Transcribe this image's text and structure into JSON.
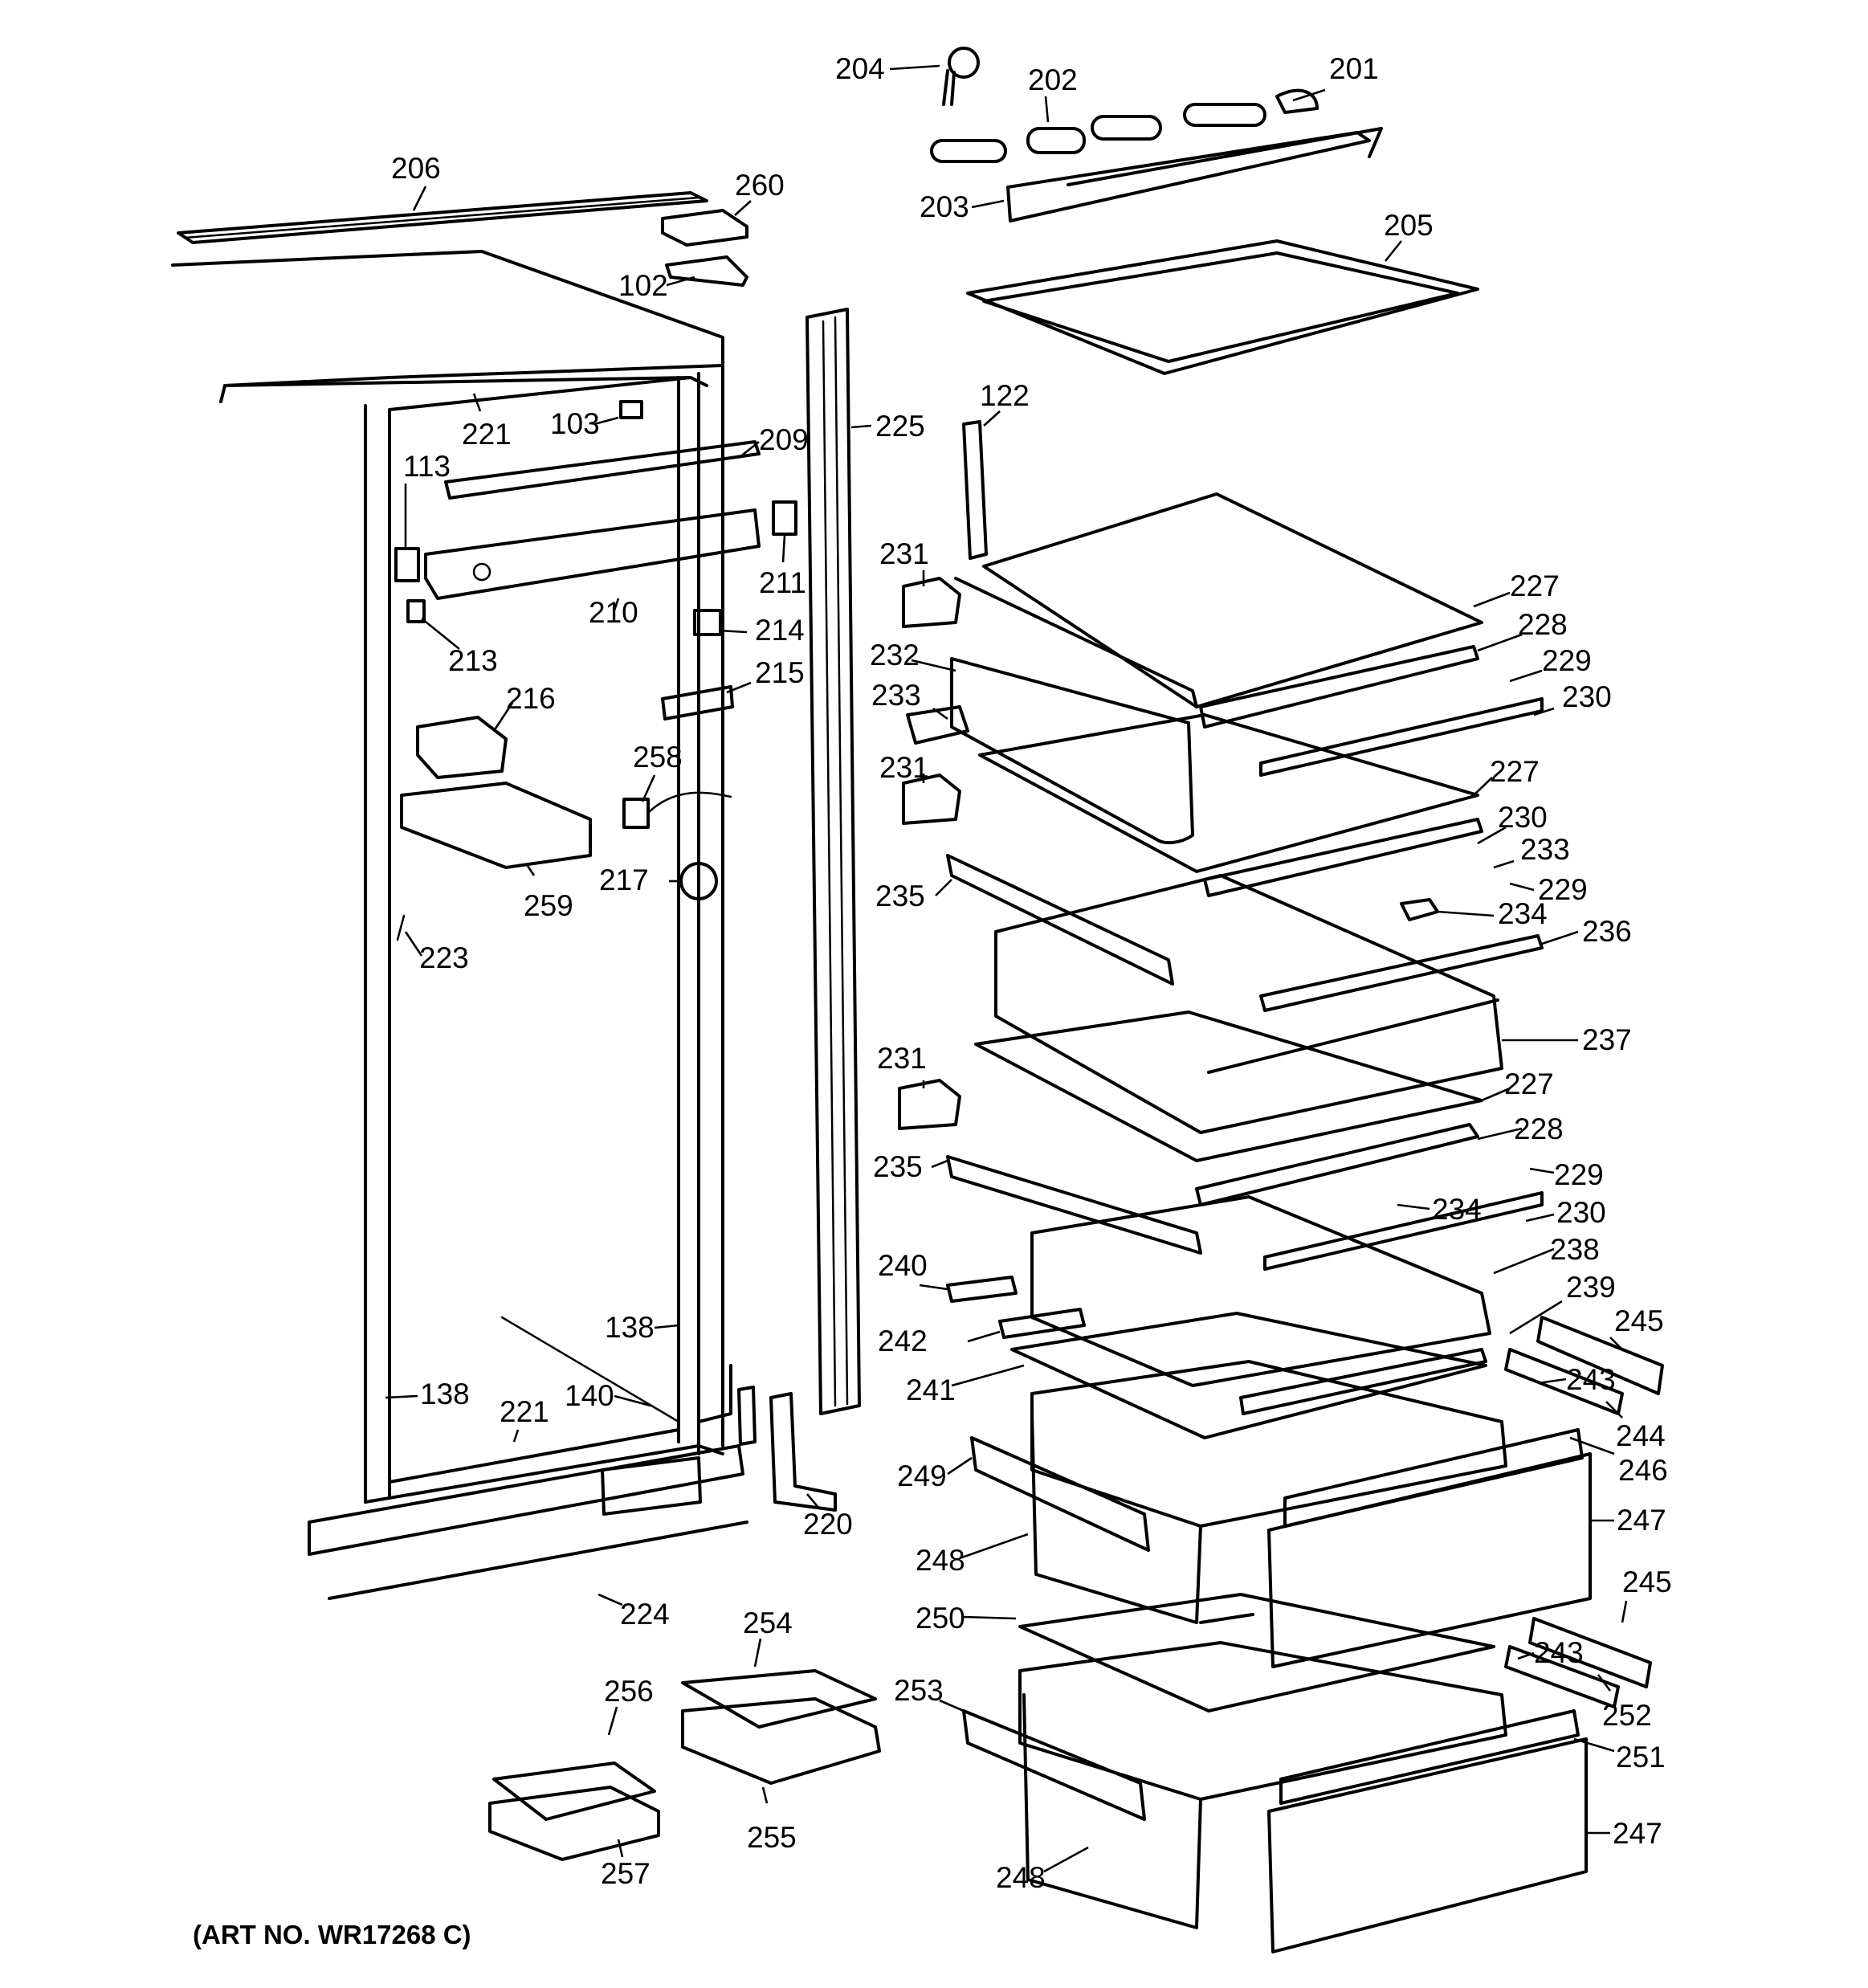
{
  "art_number": "(ART NO. WR17268 C)",
  "part_labels": [
    "204",
    "202",
    "201",
    "206",
    "260",
    "203",
    "205",
    "102",
    "221",
    "103",
    "209",
    "225",
    "122",
    "113",
    "211",
    "231",
    "227",
    "210",
    "214",
    "228",
    "213",
    "232",
    "229",
    "215",
    "233",
    "230",
    "216",
    "258",
    "227",
    "231",
    "230",
    "233",
    "217",
    "259",
    "229",
    "235",
    "234",
    "223",
    "236",
    "237",
    "231",
    "227",
    "228",
    "235",
    "229",
    "234",
    "230",
    "240",
    "238",
    "138",
    "239",
    "245",
    "242",
    "241",
    "243",
    "138",
    "221",
    "140",
    "244",
    "246",
    "249",
    "220",
    "247",
    "248",
    "224",
    "245",
    "250",
    "254",
    "243",
    "256",
    "253",
    "252",
    "251",
    "255",
    "247",
    "257",
    "248"
  ]
}
